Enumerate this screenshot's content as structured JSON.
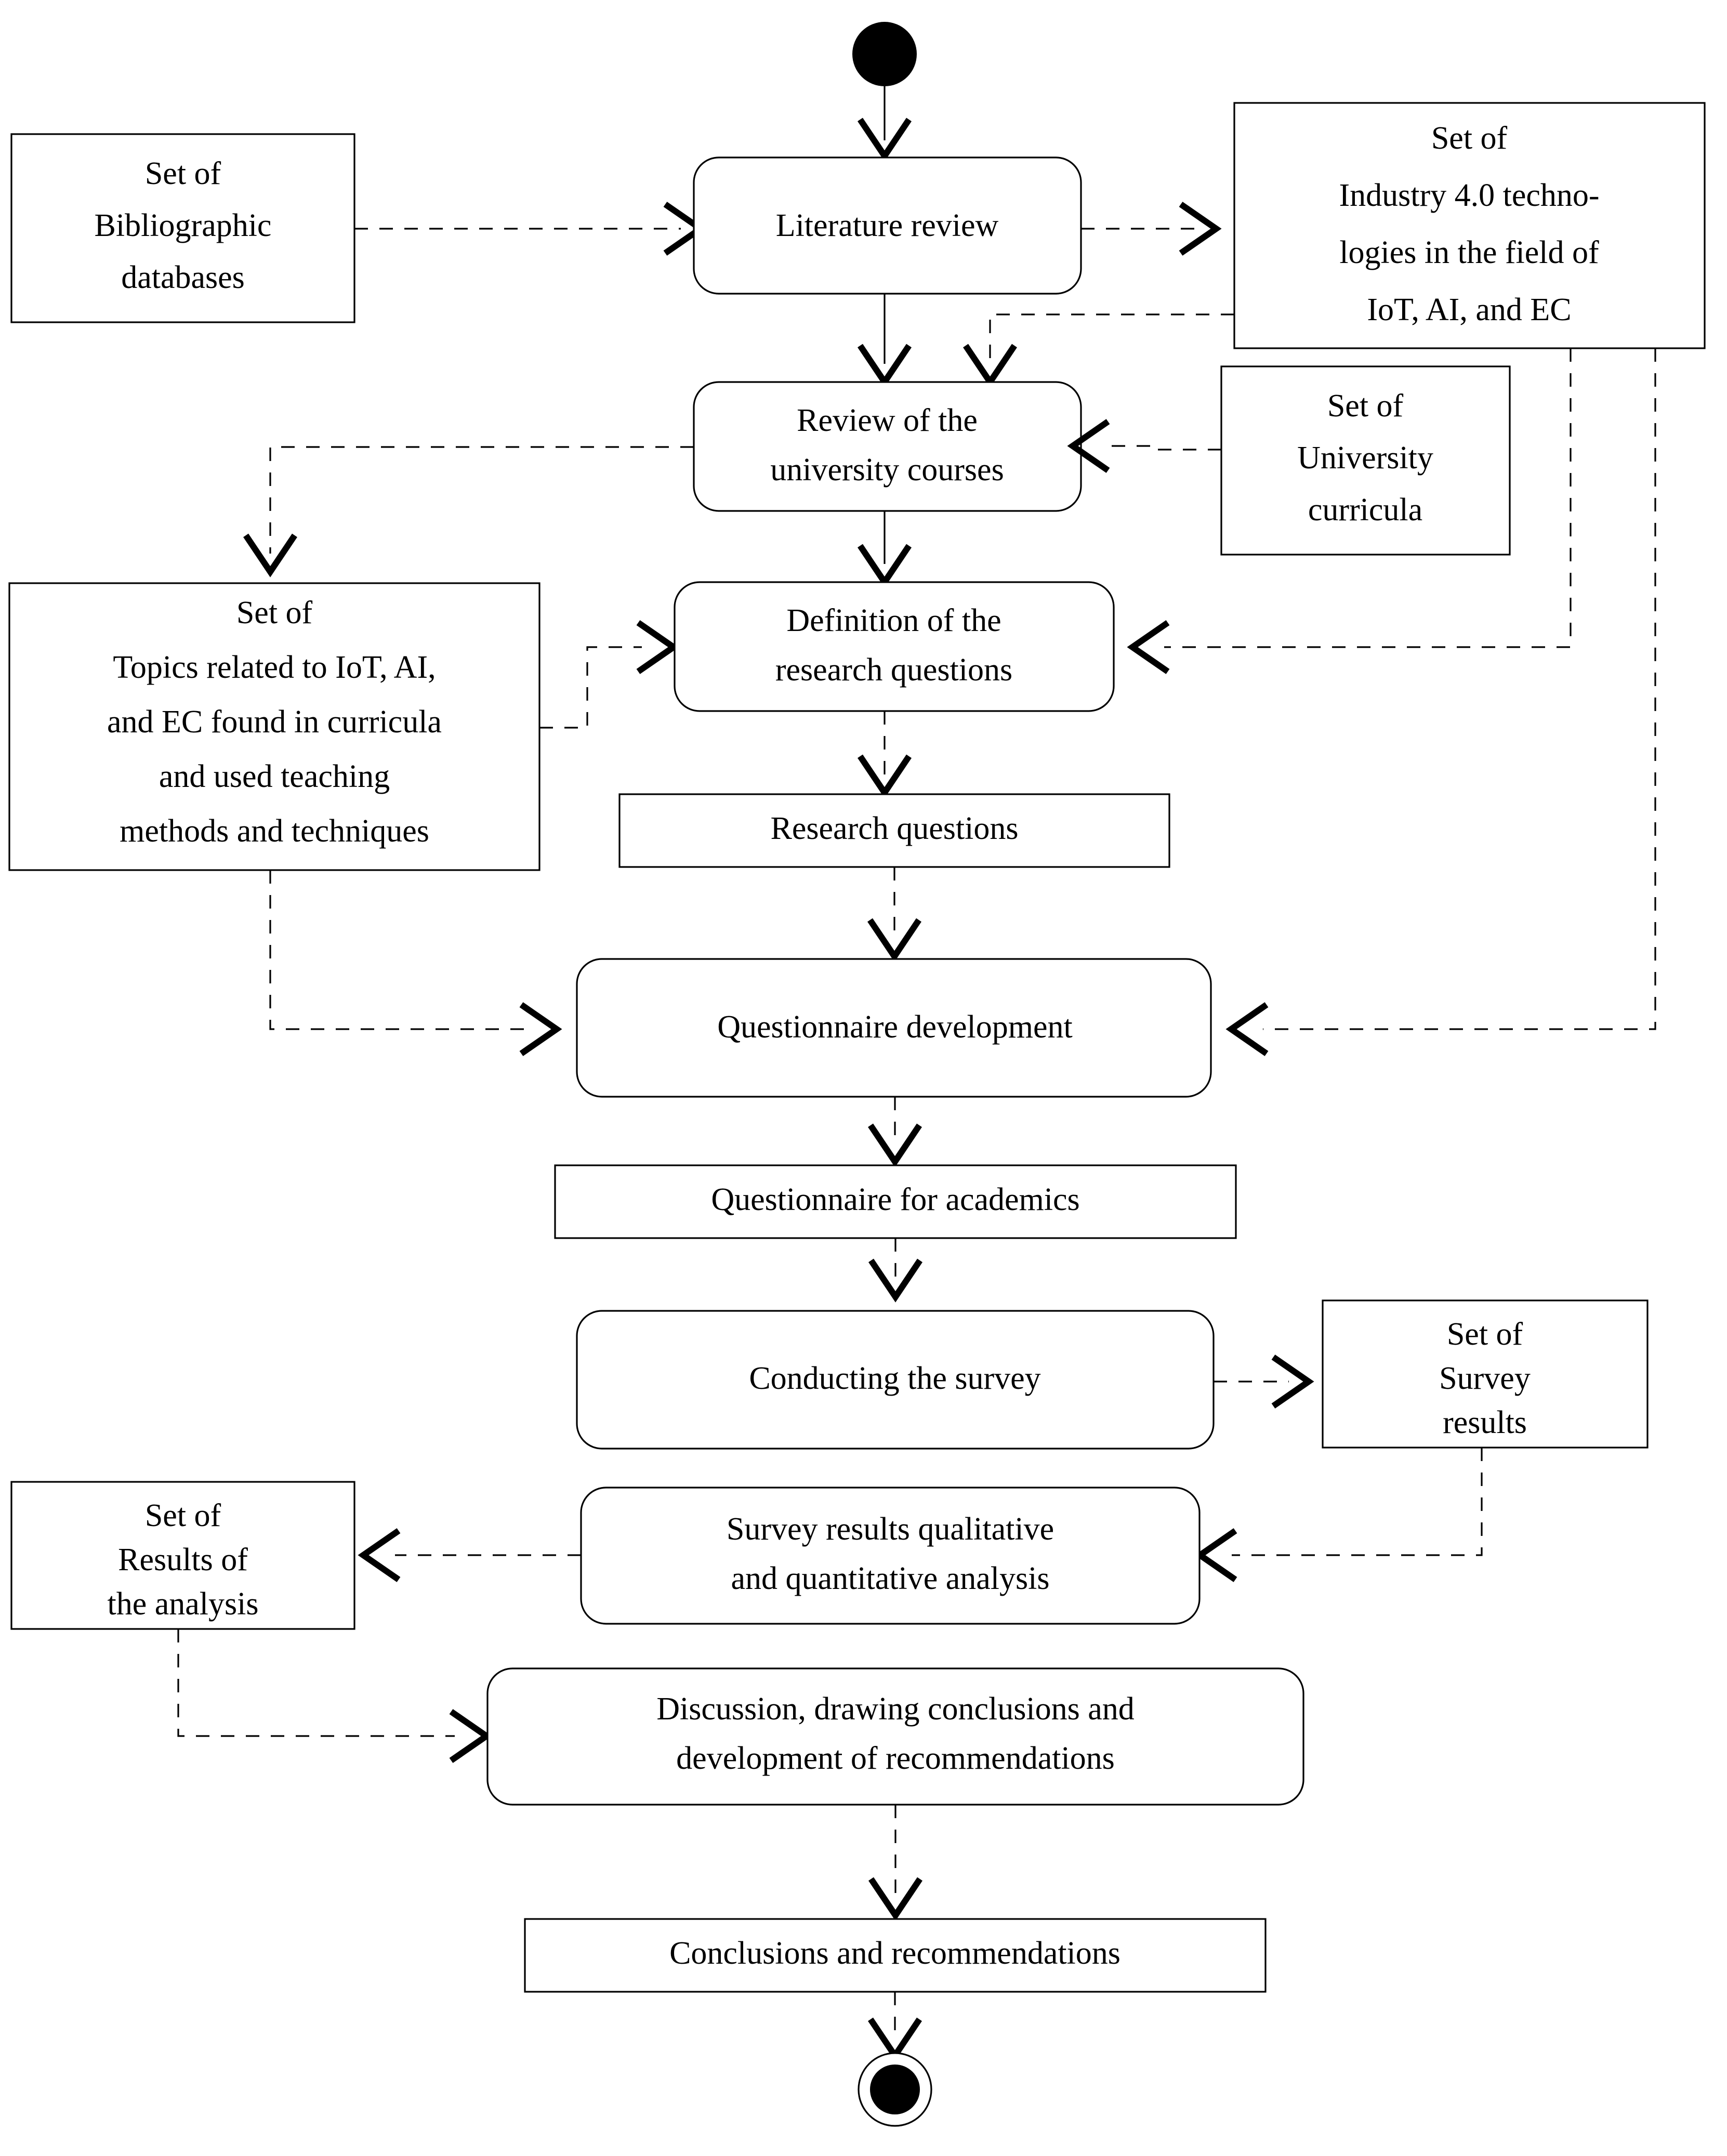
{
  "diagram": {
    "type": "uml-activity-diagram",
    "title": "Research methodology activity diagram",
    "accent_color": "#000000",
    "background_color": "#ffffff",
    "start_node": {
      "name": "initial-node",
      "shape": "filled-circle"
    },
    "end_node": {
      "name": "final-node",
      "shape": "filled-circle-in-ring"
    },
    "activities": [
      {
        "id": "literature-review",
        "label": "Literature review",
        "lines": [
          "Literature review"
        ],
        "shape": "rounded-rect"
      },
      {
        "id": "review-university-courses",
        "label": "Review of the university courses",
        "lines": [
          "Review of the",
          "university courses"
        ],
        "shape": "rounded-rect"
      },
      {
        "id": "definition-research-questions",
        "label": "Definition of the research questions",
        "lines": [
          "Definition of the",
          "research questions"
        ],
        "shape": "rounded-rect"
      },
      {
        "id": "questionnaire-development",
        "label": "Questionnaire development",
        "lines": [
          "Questionnaire development"
        ],
        "shape": "rounded-rect"
      },
      {
        "id": "conducting-survey",
        "label": "Conducting the survey",
        "lines": [
          "Conducting the survey"
        ],
        "shape": "rounded-rect"
      },
      {
        "id": "survey-analysis",
        "label": "Survey results qualitative and quantitative analysis",
        "lines": [
          "Survey results qualitative",
          "and quantitative analysis"
        ],
        "shape": "rounded-rect"
      },
      {
        "id": "discussion-conclusions",
        "label": "Discussion, drawing conclusions and development of recommendations",
        "lines": [
          "Discussion, drawing conclusions and",
          "development of recommendations"
        ],
        "shape": "rounded-rect"
      }
    ],
    "artifacts": [
      {
        "id": "bibliographic-databases",
        "label": "Set of Bibliographic databases",
        "lines": [
          "Set of",
          "Bibliographic",
          "databases"
        ],
        "shape": "rect"
      },
      {
        "id": "industry40-technologies",
        "label": "Set of Industry 4.0 technologies in the field of IoT, AI, and EC",
        "lines": [
          "Set of",
          "Industry 4.0 techno-",
          "logies in the field of",
          "IoT, AI, and EC"
        ],
        "shape": "rect"
      },
      {
        "id": "university-curricula",
        "label": "Set of University curricula",
        "lines": [
          "Set of",
          "University",
          "curricula"
        ],
        "shape": "rect"
      },
      {
        "id": "topics-curricula",
        "label": "Set of Topics related to IoT, AI, and EC found in curricula and used teaching methods and techniques",
        "lines": [
          "Set of",
          "Topics related to IoT, AI,",
          "and EC found in curricula",
          "and used teaching",
          "methods and techniques"
        ],
        "shape": "rect"
      },
      {
        "id": "research-questions",
        "label": "Research questions",
        "lines": [
          "Research questions"
        ],
        "shape": "rect"
      },
      {
        "id": "questionnaire-academics",
        "label": "Questionnaire for academics",
        "lines": [
          "Questionnaire for academics"
        ],
        "shape": "rect"
      },
      {
        "id": "survey-results",
        "label": "Set of Survey results",
        "lines": [
          "Set of",
          "Survey",
          "results"
        ],
        "shape": "rect"
      },
      {
        "id": "results-of-analysis",
        "label": "Set of Results of the analysis",
        "lines": [
          "Set of",
          "Results of",
          "the analysis"
        ],
        "shape": "rect"
      },
      {
        "id": "conclusions-recommendations",
        "label": "Conclusions and recommendations",
        "lines": [
          "Conclusions and recommendations"
        ],
        "shape": "rect"
      }
    ],
    "edges": [
      {
        "from": "initial-node",
        "to": "literature-review",
        "style": "solid"
      },
      {
        "from": "bibliographic-databases",
        "to": "literature-review",
        "style": "dashed"
      },
      {
        "from": "literature-review",
        "to": "industry40-technologies",
        "style": "dashed"
      },
      {
        "from": "literature-review",
        "to": "review-university-courses",
        "style": "solid"
      },
      {
        "from": "industry40-technologies",
        "to": "review-university-courses",
        "style": "dashed"
      },
      {
        "from": "university-curricula",
        "to": "review-university-courses",
        "style": "dashed"
      },
      {
        "from": "review-university-courses",
        "to": "topics-curricula",
        "style": "dashed"
      },
      {
        "from": "review-university-courses",
        "to": "definition-research-questions",
        "style": "solid"
      },
      {
        "from": "topics-curricula",
        "to": "definition-research-questions",
        "style": "dashed"
      },
      {
        "from": "industry40-technologies",
        "to": "definition-research-questions",
        "style": "dashed"
      },
      {
        "from": "definition-research-questions",
        "to": "research-questions",
        "style": "dashed"
      },
      {
        "from": "research-questions",
        "to": "questionnaire-development",
        "style": "dashed"
      },
      {
        "from": "topics-curricula",
        "to": "questionnaire-development",
        "style": "dashed"
      },
      {
        "from": "industry40-technologies",
        "to": "questionnaire-development",
        "style": "dashed"
      },
      {
        "from": "questionnaire-development",
        "to": "questionnaire-academics",
        "style": "dashed"
      },
      {
        "from": "questionnaire-academics",
        "to": "conducting-survey",
        "style": "dashed"
      },
      {
        "from": "conducting-survey",
        "to": "survey-results",
        "style": "dashed"
      },
      {
        "from": "survey-results",
        "to": "survey-analysis",
        "style": "dashed"
      },
      {
        "from": "survey-analysis",
        "to": "results-of-analysis",
        "style": "dashed"
      },
      {
        "from": "results-of-analysis",
        "to": "discussion-conclusions",
        "style": "dashed"
      },
      {
        "from": "discussion-conclusions",
        "to": "conclusions-recommendations",
        "style": "dashed"
      },
      {
        "from": "conclusions-recommendations",
        "to": "final-node",
        "style": "dashed"
      }
    ]
  }
}
